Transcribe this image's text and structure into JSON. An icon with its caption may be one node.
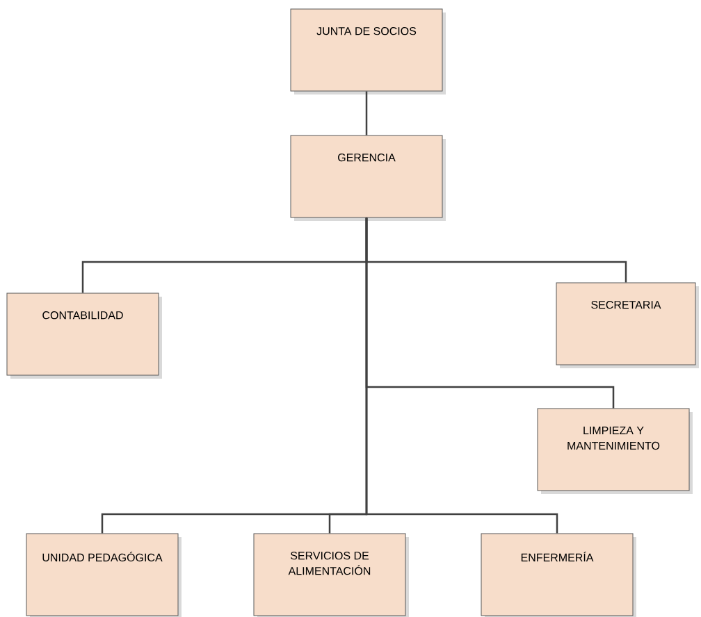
{
  "diagram": {
    "nodes": [
      {
        "text": [
          "JUNTA DE SOCIOS"
        ]
      },
      {
        "text": [
          "GERENCIA"
        ]
      },
      {
        "text": [
          "CONTABILIDAD"
        ]
      },
      {
        "text": [
          "SECRETARIA"
        ]
      },
      {
        "text": [
          "LIMPIEZA Y MANTENIMIENTO"
        ]
      },
      {
        "text": [
          "UNIDAD PEDAGÓGICA"
        ]
      },
      {
        "text": [
          "SERVICIOS DE ALIMENTACIÓN"
        ]
      },
      {
        "text": [
          "ENFERMERÍA"
        ]
      }
    ],
    "edges": [
      {
        "from": 0,
        "to": 1,
        "arrow": "none"
      },
      {
        "from": 1,
        "to": 2,
        "arrow": "none"
      },
      {
        "from": 1,
        "to": 3,
        "arrow": "none"
      },
      {
        "from": 1,
        "to": 4,
        "arrow": "none"
      },
      {
        "from": 1,
        "to": 5,
        "arrow": "none"
      },
      {
        "from": 1,
        "to": 6,
        "arrow": "none"
      },
      {
        "from": 1,
        "to": 7,
        "arrow": "none"
      }
    ]
  }
}
